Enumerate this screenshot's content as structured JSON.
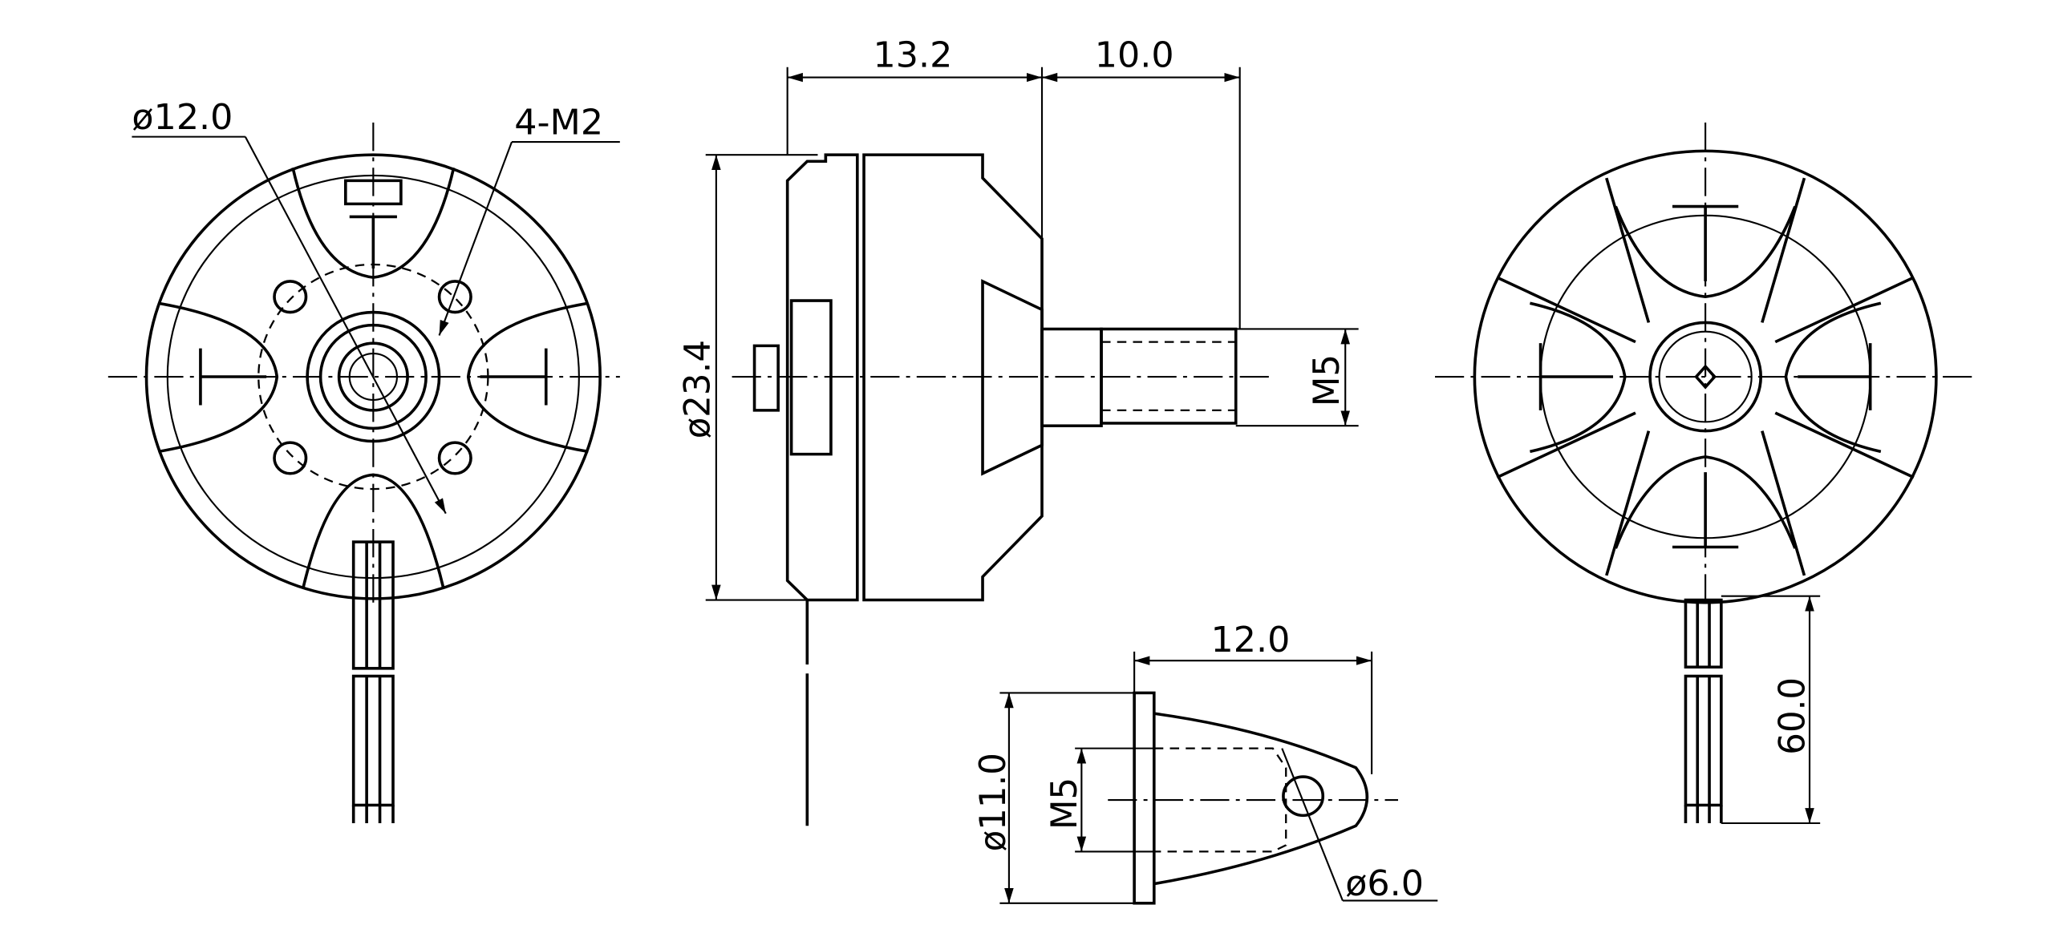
{
  "title": "Motor dimension drawing",
  "dimensions": {
    "hub_diameter": "ø12.0",
    "mount_holes": "4-M2",
    "stator_length": "13.2",
    "shaft_length": "10.0",
    "body_diameter": "ø23.4",
    "shaft_thread": "M5",
    "nut_length": "12.0",
    "nut_diameter": "ø11.0",
    "nut_thread": "M5",
    "nut_hole": "ø6.0",
    "lead_length": "60.0"
  },
  "colors": {
    "line": "#000000",
    "background": "#ffffff"
  }
}
